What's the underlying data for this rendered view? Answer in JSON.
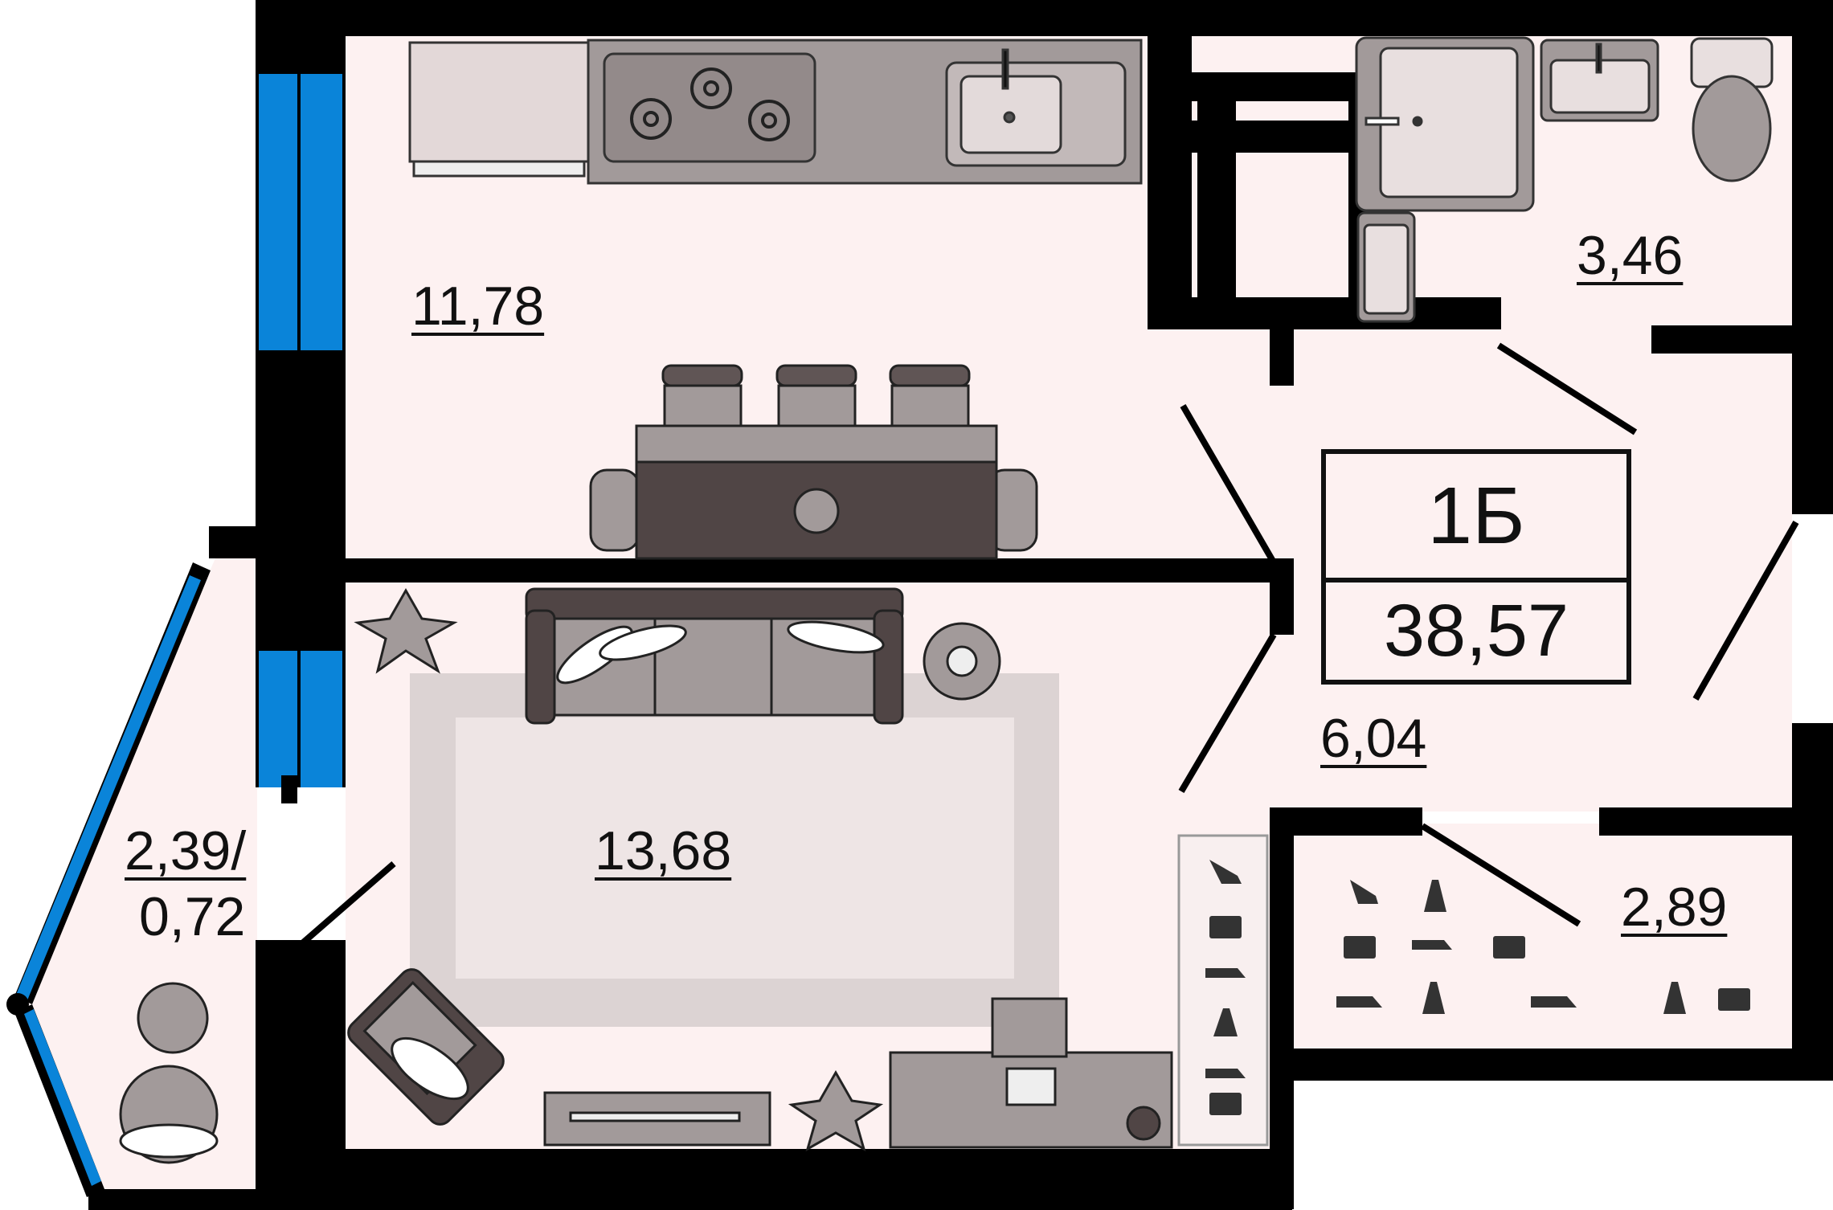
{
  "plan": {
    "apartment_type": "1Б",
    "total_area": "38,57",
    "rooms": {
      "kitchen": "11,78",
      "bathroom": "3,46",
      "hallway": "6,04",
      "living_room": "13,68",
      "wardrobe": "2,89",
      "balcony_line1": "2,39/",
      "balcony_line2": "0,72"
    },
    "colors": {
      "floor": "#fdf1f1",
      "wall": "#000000",
      "window": "#0088dd",
      "furniture_light": "#a29a9a",
      "furniture_dark": "#504545"
    }
  }
}
